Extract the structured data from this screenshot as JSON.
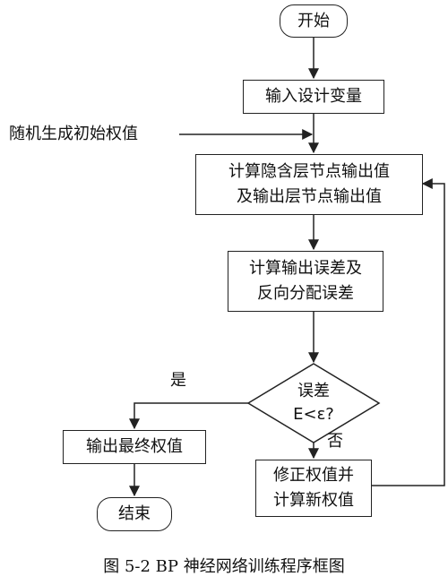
{
  "nodes": {
    "start": "开始",
    "input_vars": "输入设计变量",
    "random_init": "随机生成初始权值",
    "compute_outputs_line1": "计算隐含层节点输出值",
    "compute_outputs_line2": "及输出层节点输出值",
    "compute_error_line1": "计算输出误差及",
    "compute_error_line2": "反向分配误差",
    "decision_line1": "误差",
    "decision_line2": "E<ε?",
    "output_final": "输出最终权值",
    "modify_line1": "修正权值并",
    "modify_line2": "计算新权值",
    "end": "结束"
  },
  "labels": {
    "yes": "是",
    "no": "否"
  },
  "caption": "图 5-2 BP 神经网络训练程序框图"
}
